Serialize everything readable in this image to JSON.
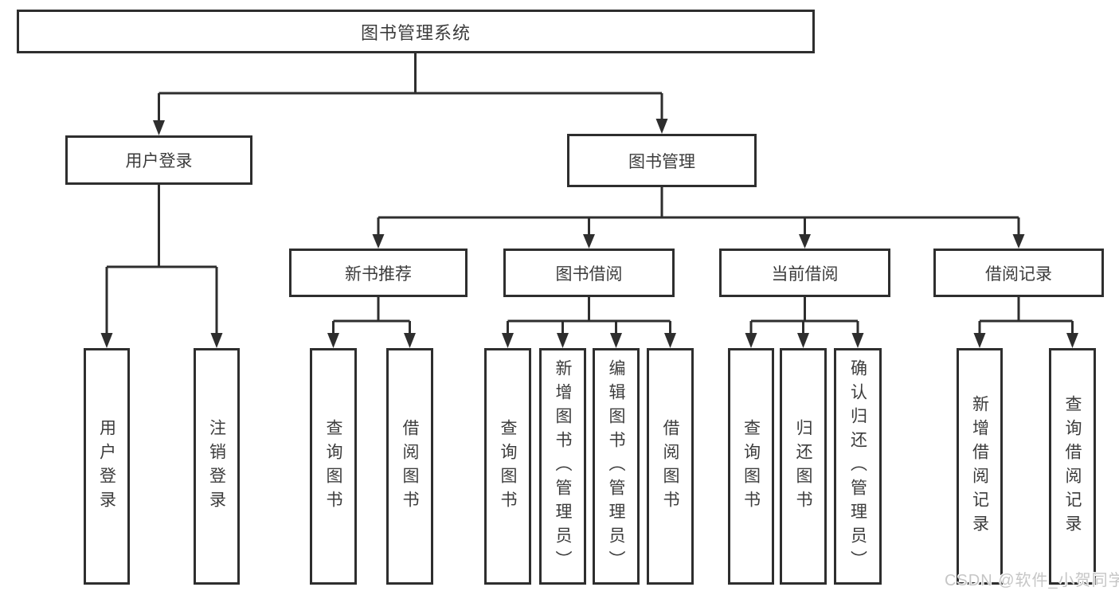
{
  "diagram": {
    "title": "图书管理系统",
    "branches": [
      {
        "label": "用户登录",
        "children": [
          "用户登录",
          "注销登录"
        ]
      },
      {
        "label": "图书管理",
        "sections": [
          {
            "label": "新书推荐",
            "children": [
              "查询图书",
              "借阅图书"
            ]
          },
          {
            "label": "图书借阅",
            "children": [
              "查询图书",
              "新增图书（管理员）",
              "编辑图书（管理员）",
              "借阅图书"
            ]
          },
          {
            "label": "当前借阅",
            "children": [
              "查询图书",
              "归还图书",
              "确认归还（管理员）"
            ]
          },
          {
            "label": "借阅记录",
            "children": [
              "新增借阅记录",
              "查询借阅记录"
            ]
          }
        ]
      }
    ]
  },
  "watermark": {
    "text": "CSDN @软件_小贺同学",
    "color": "#c6c6c6"
  },
  "colors": {
    "line": "#2e2e2e",
    "text": "#3c3c3c",
    "background": "#ffffff"
  }
}
